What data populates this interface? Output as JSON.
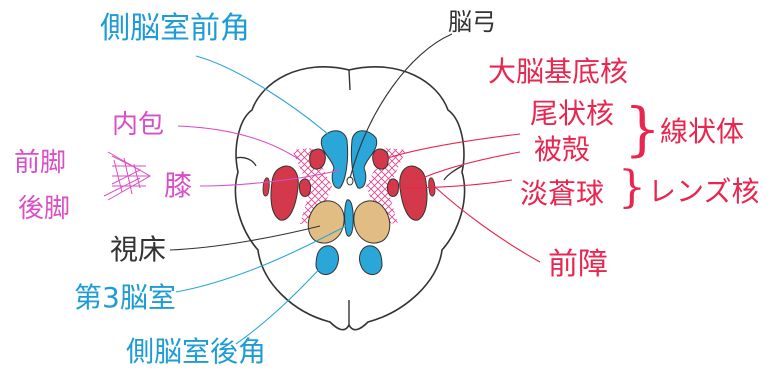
{
  "colors": {
    "ink": "#333333",
    "ventricle_blue": "#2aa6d8",
    "nucleus_red": "#d3394a",
    "thalamus_tan": "#e2bd83",
    "label_blue": "#1f9cd6",
    "label_red": "#e8264f",
    "label_pink": "#d94fc6",
    "hatch_pink": "#e0478f"
  },
  "labels": {
    "lateral_ventricle_anterior_horn": "側脳室前角",
    "fornix": "脳弓",
    "basal_ganglia": "大脳基底核",
    "caudate_nucleus": "尾状核",
    "putamen": "被殻",
    "striatum": "線状体",
    "globus_pallidus": "淡蒼球",
    "lentiform_nucleus": "レンズ核",
    "claustrum": "前障",
    "internal_capsule": "内包",
    "anterior_limb": "前脚",
    "posterior_limb": "後脚",
    "genu": "膝",
    "thalamus": "視床",
    "third_ventricle": "第3脳室",
    "lateral_ventricle_posterior_horn": "側脳室後角"
  },
  "braces": {
    "striatum_brace": "}",
    "lentiform_brace": "}"
  }
}
